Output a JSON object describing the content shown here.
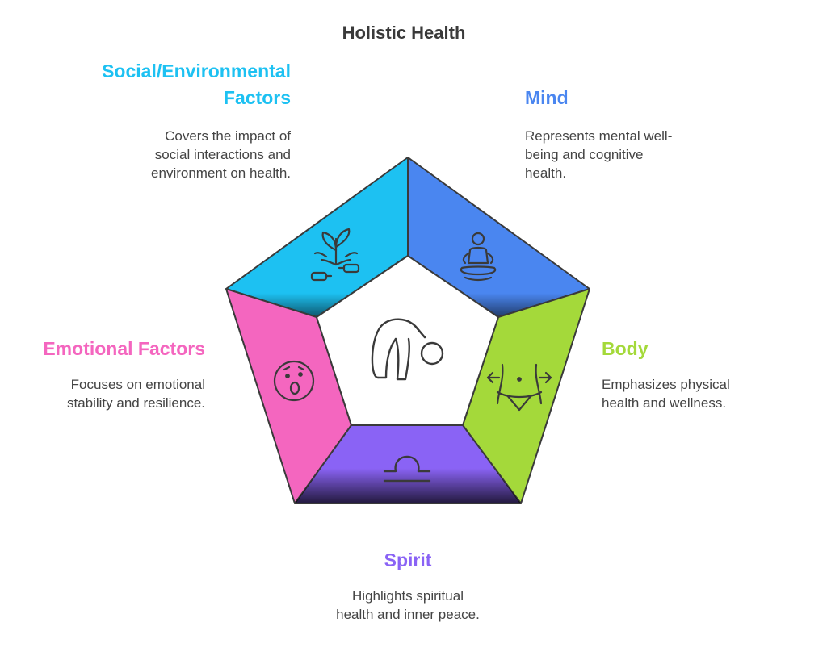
{
  "title": "Holistic Health",
  "colors": {
    "social": "#1dc1f2",
    "mind": "#4a86f0",
    "body": "#a4d93a",
    "spirit": "#8a63f5",
    "emotional": "#f466bf",
    "icon_stroke": "#3a3a3a"
  },
  "segments": {
    "social": {
      "heading_line1": "Social/Environmental",
      "heading_line2": "Factors",
      "description_lines": [
        "Covers the impact of",
        "social interactions and",
        "environment on health."
      ],
      "icon": "plant-growth-icon"
    },
    "mind": {
      "heading": "Mind",
      "description_lines": [
        "Represents mental well-",
        "being and cognitive",
        "health."
      ],
      "icon": "meditation-icon"
    },
    "emotional": {
      "heading": "Emotional Factors",
      "description_lines": [
        "Focuses on emotional",
        "stability and resilience."
      ],
      "icon": "surprised-face-icon"
    },
    "body": {
      "heading": "Body",
      "description_lines": [
        "Emphasizes physical",
        "health and wellness."
      ],
      "icon": "waist-measure-icon"
    },
    "spirit": {
      "heading": "Spirit",
      "description_lines": [
        "Highlights spiritual",
        "health and inner peace."
      ],
      "icon": "libra-balance-icon"
    }
  },
  "center": {
    "icon": "bending-person-icon"
  }
}
